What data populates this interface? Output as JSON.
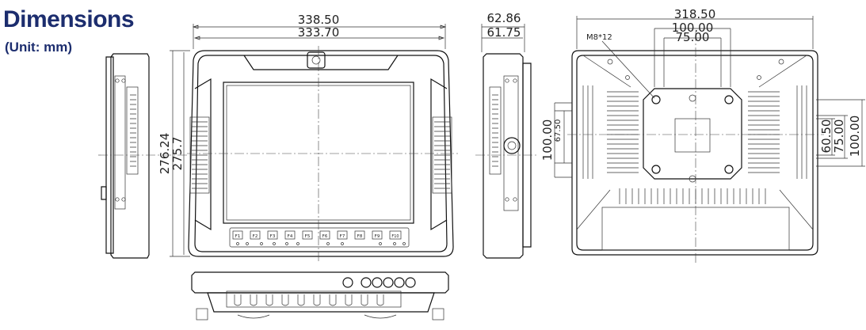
{
  "header": {
    "title": "Dimensions",
    "unit": "(Unit: mm)"
  },
  "front_view": {
    "width_outer": "338.50",
    "width_inner": "333.70",
    "height_outer": "276.24",
    "height_inner": "275.7",
    "function_keys": [
      "F1",
      "F2",
      "F3",
      "F4",
      "F5",
      "F6",
      "F7",
      "F8",
      "F9",
      "F10"
    ]
  },
  "side_view": {
    "depth_outer": "62.86",
    "depth_inner": "61.75",
    "height_a": "100.00",
    "height_b": "67.50"
  },
  "rear_view": {
    "width": "318.50",
    "vesa_100": "100.00",
    "vesa_75": "75.00",
    "screw_label": "M8*12",
    "right_a": "60.50",
    "right_b": "75.00",
    "right_c": "100.00"
  }
}
